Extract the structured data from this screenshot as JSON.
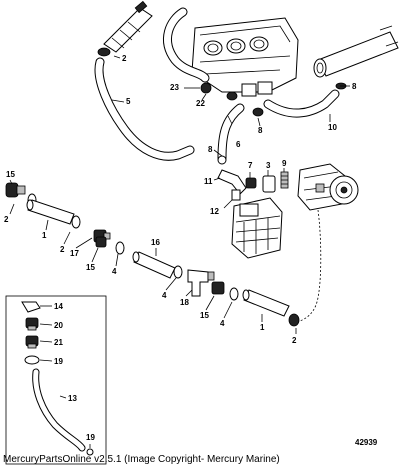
{
  "callouts": {
    "c1a": "1",
    "c1b": "1",
    "c2a": "2",
    "c2b": "2",
    "c2c": "2",
    "c2d": "2",
    "c3": "3",
    "c4a": "4",
    "c4b": "4",
    "c4c": "4",
    "c5": "5",
    "c6": "6",
    "c7": "7",
    "c8a": "8",
    "c8b": "8",
    "c8c": "8",
    "c9": "9",
    "c10": "10",
    "c11": "11",
    "c12": "12",
    "c13": "13",
    "c14": "14",
    "c15a": "15",
    "c15b": "15",
    "c15c": "15",
    "c16": "16",
    "c17": "17",
    "c18": "18",
    "c19a": "19",
    "c19b": "19",
    "c20": "20",
    "c21": "21",
    "c22": "22",
    "c23": "23"
  },
  "doc_number": "42939",
  "footer_text": "MercuryPartsOnline v2.5.1 (Image Copyright- Mercury Marine)"
}
